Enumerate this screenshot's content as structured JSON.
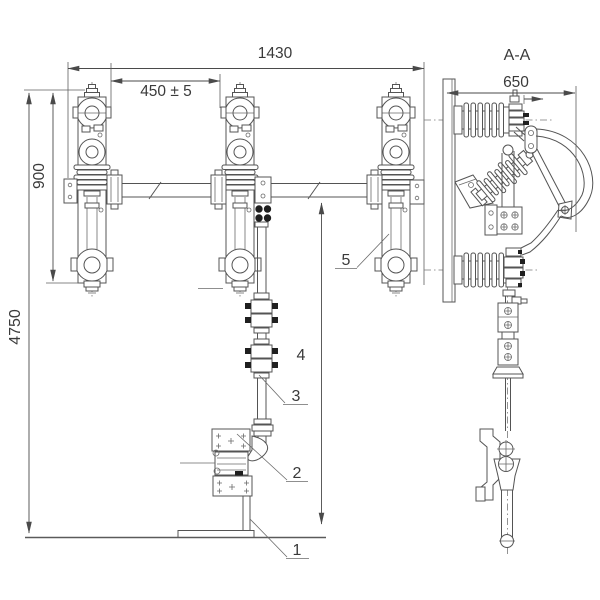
{
  "drawing": {
    "background_color": "#ffffff",
    "line_color": "#545454",
    "text_color": "#3a3a3a"
  },
  "front_view": {
    "dim_overall_width": "1430",
    "dim_pole_spacing": "450 ± 5",
    "dim_pole_height": "900",
    "dim_total_height": "4750",
    "callout_1": "1",
    "callout_2": "2",
    "callout_3": "3",
    "callout_4": "4",
    "callout_5": "5"
  },
  "section_view": {
    "title": "A-A",
    "dim_width": "650"
  }
}
